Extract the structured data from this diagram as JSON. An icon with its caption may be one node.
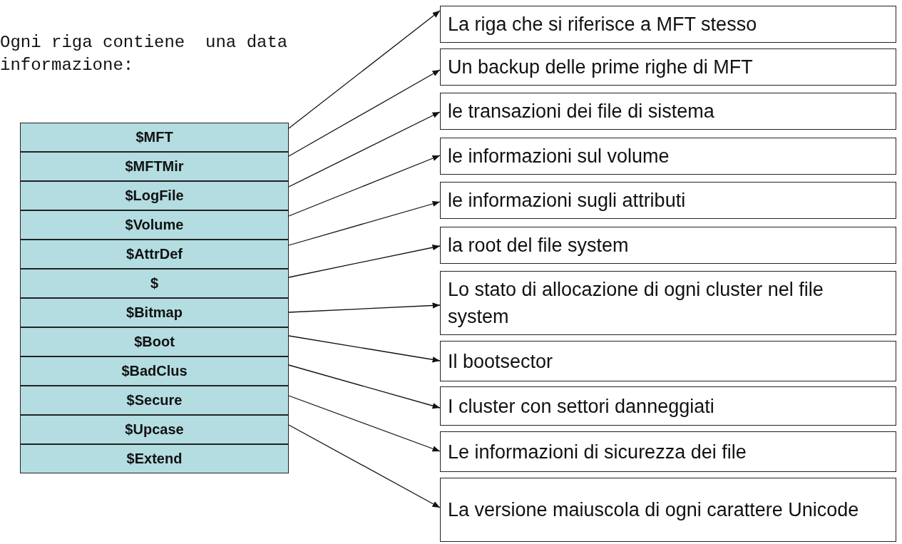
{
  "diagram": {
    "nodes": [
      {
        "text": [
          "$MFT"
        ]
      },
      {
        "text": [
          "$MFTMir"
        ]
      },
      {
        "text": [
          "$LogFile"
        ]
      },
      {
        "text": [
          "$Volume"
        ]
      },
      {
        "text": [
          "$AttrDef"
        ]
      },
      {
        "text": [
          "$"
        ]
      },
      {
        "text": [
          "$Bitmap"
        ]
      },
      {
        "text": [
          "$Boot"
        ]
      },
      {
        "text": [
          "$BadClus"
        ]
      },
      {
        "text": [
          "$Secure"
        ]
      },
      {
        "text": [
          "$Upcase"
        ]
      },
      {
        "text": [
          "$Extend"
        ]
      },
      {
        "text": [
          "La riga che si riferisce a MFT stesso"
        ]
      },
      {
        "text": [
          "Un backup delle prime righe di MFT"
        ]
      },
      {
        "text": [
          "le transazioni dei file di sistema"
        ]
      },
      {
        "text": [
          "le informazioni sul volume"
        ]
      },
      {
        "text": [
          "le informazioni sugli attributi"
        ]
      },
      {
        "text": [
          "la root del file system"
        ]
      },
      {
        "text": [
          "Lo stato di allocazione di ogni cluster nel file system"
        ]
      },
      {
        "text": [
          "Il bootsector"
        ]
      },
      {
        "text": [
          "I cluster con settori danneggiati"
        ]
      },
      {
        "text": [
          "Le informazioni di sicurezza dei file"
        ]
      },
      {
        "text": [
          "La versione maiuscola di ogni carattere Unicode"
        ]
      }
    ],
    "edges": [
      {
        "from": 0,
        "to": 12,
        "arrow": "to"
      },
      {
        "from": 1,
        "to": 13,
        "arrow": "to"
      },
      {
        "from": 2,
        "to": 14,
        "arrow": "to"
      },
      {
        "from": 3,
        "to": 15,
        "arrow": "to"
      },
      {
        "from": 4,
        "to": 16,
        "arrow": "to"
      },
      {
        "from": 5,
        "to": 17,
        "arrow": "to"
      },
      {
        "from": 6,
        "to": 18,
        "arrow": "to"
      },
      {
        "from": 7,
        "to": 19,
        "arrow": "to"
      },
      {
        "from": 8,
        "to": 20,
        "arrow": "to"
      },
      {
        "from": 9,
        "to": 21,
        "arrow": "to"
      },
      {
        "from": 10,
        "to": 22,
        "arrow": "to"
      }
    ],
    "labels": [
      "Ogni riga contiene  una data informazione:"
    ]
  }
}
